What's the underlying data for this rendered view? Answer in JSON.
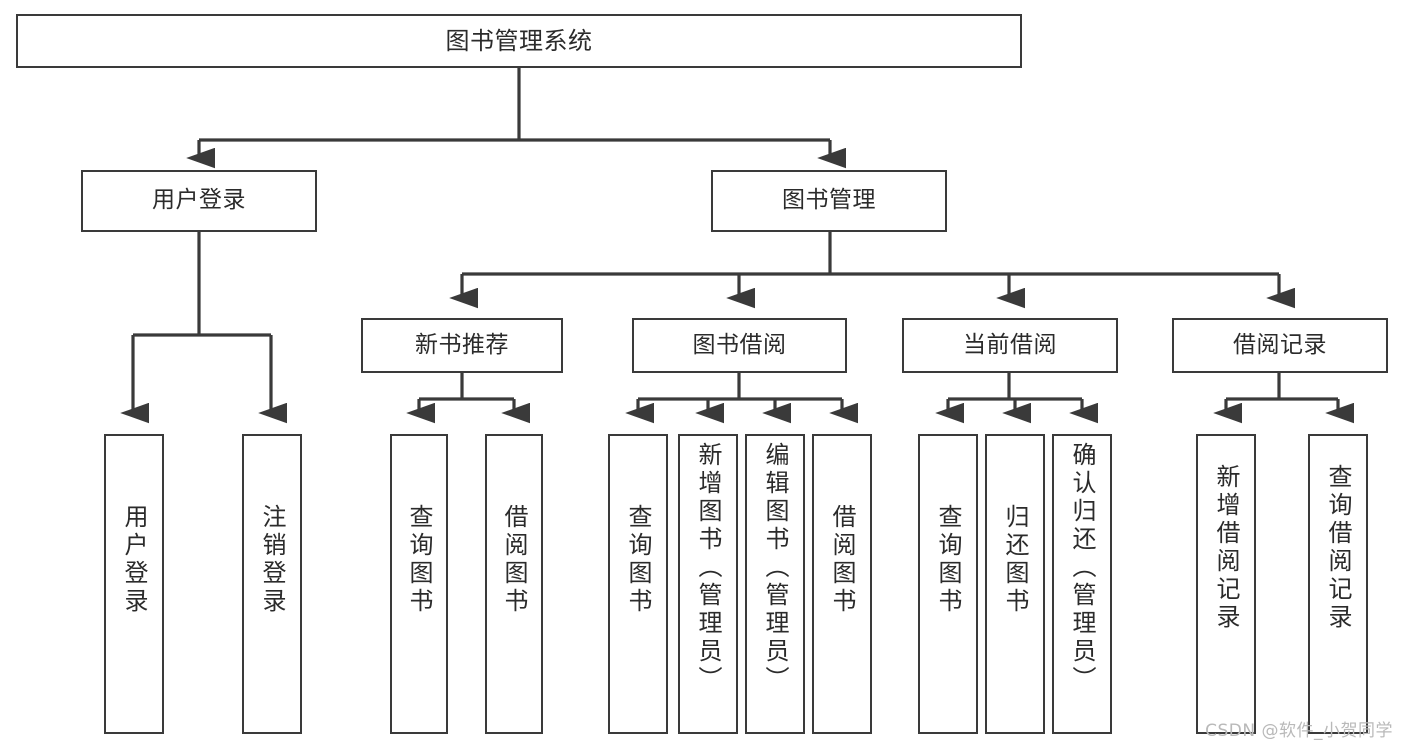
{
  "diagram": {
    "type": "tree-hierarchy",
    "title": "图书管理系统",
    "orientation": "top-down",
    "colors": {
      "box_border": "#3a3a3a",
      "box_fill": "#ffffff",
      "connector": "#3a3a3a",
      "text": "#2b2b2b",
      "watermark": "#b9b9b9",
      "background": "#ffffff"
    },
    "levels": {
      "root": {
        "label": "图书管理系统"
      },
      "level2": [
        {
          "id": "user-login",
          "label": "用户登录"
        },
        {
          "id": "book-management",
          "label": "图书管理"
        }
      ],
      "level3": [
        {
          "id": "new-book-recommend",
          "label": "新书推荐",
          "parent": "book-management"
        },
        {
          "id": "book-borrow",
          "label": "图书借阅",
          "parent": "book-management"
        },
        {
          "id": "current-borrow",
          "label": "当前借阅",
          "parent": "book-management"
        },
        {
          "id": "borrow-record",
          "label": "借阅记录",
          "parent": "book-management"
        }
      ],
      "leaves": [
        {
          "id": "leaf-user-login",
          "label": "用户登录",
          "parent": "user-login"
        },
        {
          "id": "leaf-logout",
          "label": "注销登录",
          "parent": "user-login"
        },
        {
          "id": "leaf-query-book-1",
          "label": "查询图书",
          "parent": "new-book-recommend"
        },
        {
          "id": "leaf-borrow-book-1",
          "label": "借阅图书",
          "parent": "new-book-recommend"
        },
        {
          "id": "leaf-query-book-2",
          "label": "查询图书",
          "parent": "book-borrow"
        },
        {
          "id": "leaf-add-book",
          "label": "新增图书（管理员）",
          "parent": "book-borrow"
        },
        {
          "id": "leaf-edit-book",
          "label": "编辑图书（管理员）",
          "parent": "book-borrow"
        },
        {
          "id": "leaf-borrow-book-2",
          "label": "借阅图书",
          "parent": "book-borrow"
        },
        {
          "id": "leaf-query-book-3",
          "label": "查询图书",
          "parent": "current-borrow"
        },
        {
          "id": "leaf-return-book",
          "label": "归还图书",
          "parent": "current-borrow"
        },
        {
          "id": "leaf-confirm-return",
          "label": "确认归还（管理员）",
          "parent": "current-borrow"
        },
        {
          "id": "leaf-add-record",
          "label": "新增借阅记录",
          "parent": "borrow-record"
        },
        {
          "id": "leaf-query-record",
          "label": "查询借阅记录",
          "parent": "borrow-record"
        }
      ]
    }
  },
  "watermark": {
    "text": "CSDN @软件_小贺同学"
  }
}
